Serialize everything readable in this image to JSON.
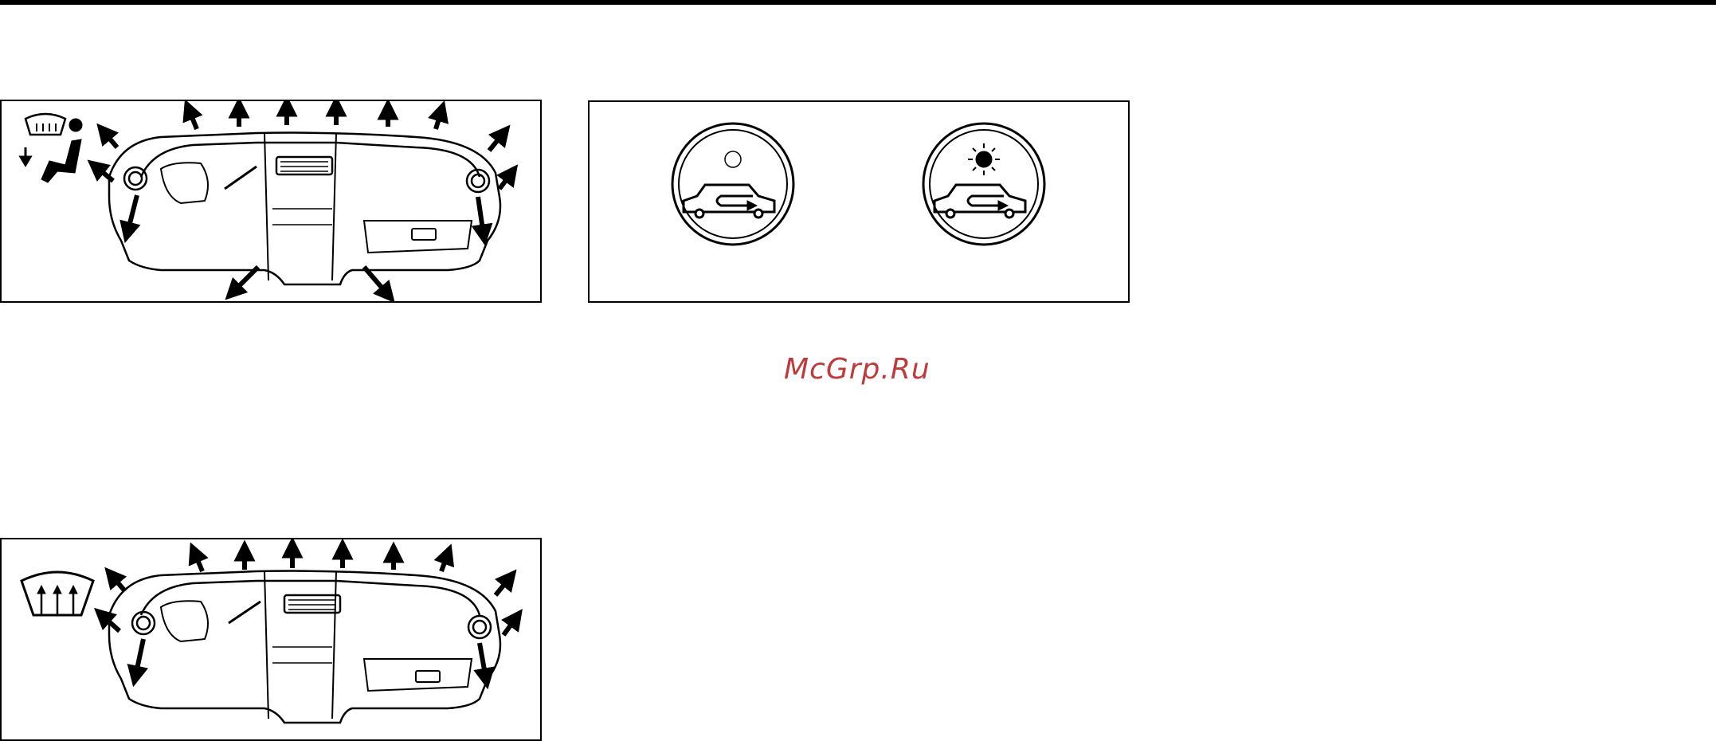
{
  "watermark": {
    "text": "McGrp.Ru",
    "color": "#c0393b"
  },
  "figures": [
    {
      "id": "dashboard-bi-level-defrost",
      "icons": [
        "defrost-icon",
        "occupant-icon",
        "down-arrow-icon"
      ]
    },
    {
      "id": "recirculation-buttons",
      "buttons": [
        {
          "icon": "recirculation-icon",
          "indicator": "off"
        },
        {
          "icon": "recirculation-icon",
          "indicator": "on"
        }
      ]
    },
    {
      "id": "dashboard-defrost",
      "icons": [
        "defrost-icon"
      ]
    }
  ],
  "colors": {
    "line": "#000000",
    "background": "#ffffff"
  }
}
